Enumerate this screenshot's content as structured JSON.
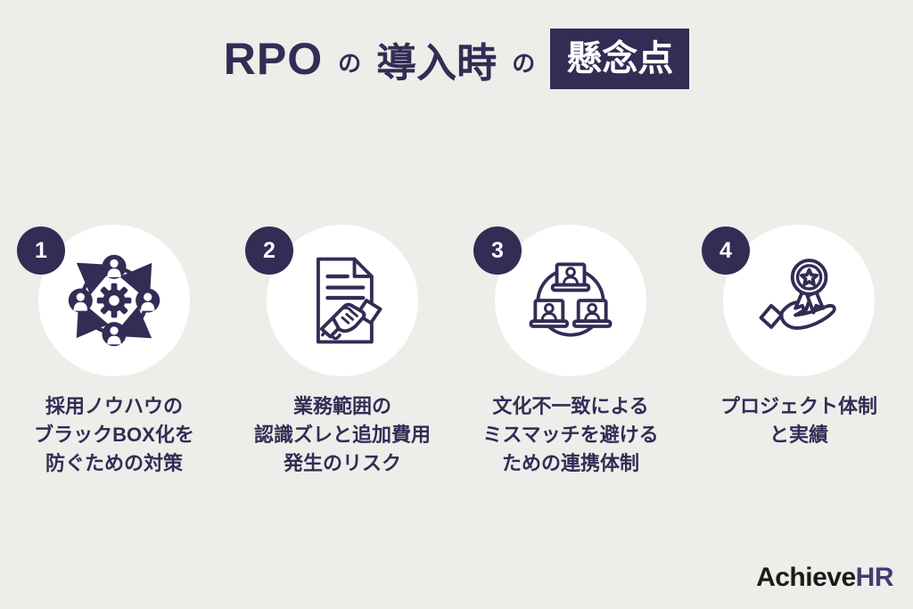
{
  "title": {
    "part1": "RPO",
    "particle1": "の",
    "part2": "導入時",
    "particle2": "の",
    "highlight": "懸念点"
  },
  "items": [
    {
      "number": "1",
      "icon": "people-gear-cycle-icon",
      "lines": [
        "採用ノウハウの",
        "ブラックBOX化を",
        "防ぐための対策"
      ]
    },
    {
      "number": "2",
      "icon": "contract-handshake-icon",
      "lines": [
        "業務範囲の",
        "認識ズレと追加費用",
        "発生のリスク"
      ]
    },
    {
      "number": "3",
      "icon": "video-meeting-icon",
      "lines": [
        "文化不一致による",
        "ミスマッチを避ける",
        "ための連携体制"
      ]
    },
    {
      "number": "4",
      "icon": "award-hand-icon",
      "lines": [
        "プロジェクト体制",
        "と実績"
      ]
    }
  ],
  "logo": {
    "part1": "Achieve",
    "part2": "HR"
  },
  "colors": {
    "navy": "#332C55",
    "background": "#EFEDEA",
    "circle": "#FFFFFF",
    "logo_black": "#1B1B1B",
    "logo_accent": "#413E71"
  }
}
